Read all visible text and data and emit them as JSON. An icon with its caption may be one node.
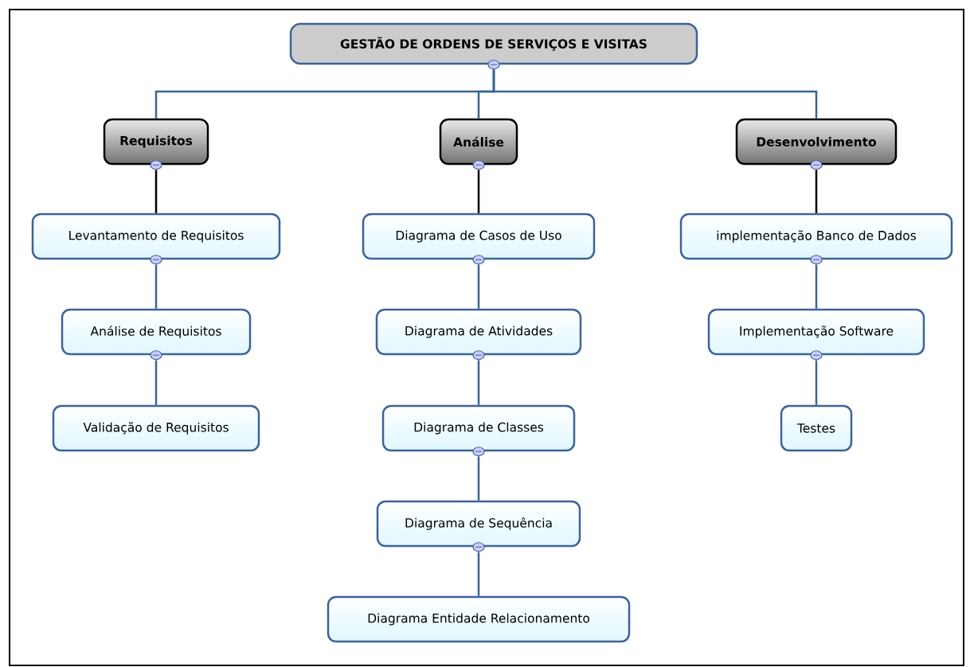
{
  "diagram": {
    "nodes": [
      {
        "text": [
          "GESTÃO DE ORDENS DE SERVIÇOS E VISITAS"
        ]
      },
      {
        "text": [
          "Requisitos"
        ]
      },
      {
        "text": [
          "Levantamento de Requisitos"
        ]
      },
      {
        "text": [
          "Análise de Requisitos"
        ]
      },
      {
        "text": [
          "Validação de Requisitos"
        ]
      },
      {
        "text": [
          "Análise"
        ]
      },
      {
        "text": [
          "Diagrama de Casos de Uso"
        ]
      },
      {
        "text": [
          "Diagrama de Atividades"
        ]
      },
      {
        "text": [
          "Diagrama de Classes"
        ]
      },
      {
        "text": [
          "Diagrama de Sequência"
        ]
      },
      {
        "text": [
          "Diagrama Entidade Relacionamento"
        ]
      },
      {
        "text": [
          "Desenvolvimento"
        ]
      },
      {
        "text": [
          "implementação Banco de Dados"
        ]
      },
      {
        "text": [
          "Implementação Software"
        ]
      },
      {
        "text": [
          "Testes"
        ]
      }
    ],
    "edges": [
      {
        "from": 0,
        "to": 1,
        "arrow": "none"
      },
      {
        "from": 0,
        "to": 5,
        "arrow": "none"
      },
      {
        "from": 0,
        "to": 11,
        "arrow": "none"
      },
      {
        "from": 1,
        "to": 2,
        "arrow": "none",
        "color": "#000000"
      },
      {
        "from": 2,
        "to": 3,
        "arrow": "none"
      },
      {
        "from": 3,
        "to": 4,
        "arrow": "none"
      },
      {
        "from": 5,
        "to": 6,
        "arrow": "none",
        "color": "#000000"
      },
      {
        "from": 6,
        "to": 7,
        "arrow": "none"
      },
      {
        "from": 7,
        "to": 8,
        "arrow": "none"
      },
      {
        "from": 8,
        "to": 9,
        "arrow": "none"
      },
      {
        "from": 9,
        "to": 10,
        "arrow": "none"
      },
      {
        "from": 11,
        "to": 12,
        "arrow": "none",
        "color": "#000000"
      },
      {
        "from": 12,
        "to": 13,
        "arrow": "none"
      },
      {
        "from": 13,
        "to": 14,
        "arrow": "none"
      }
    ]
  }
}
